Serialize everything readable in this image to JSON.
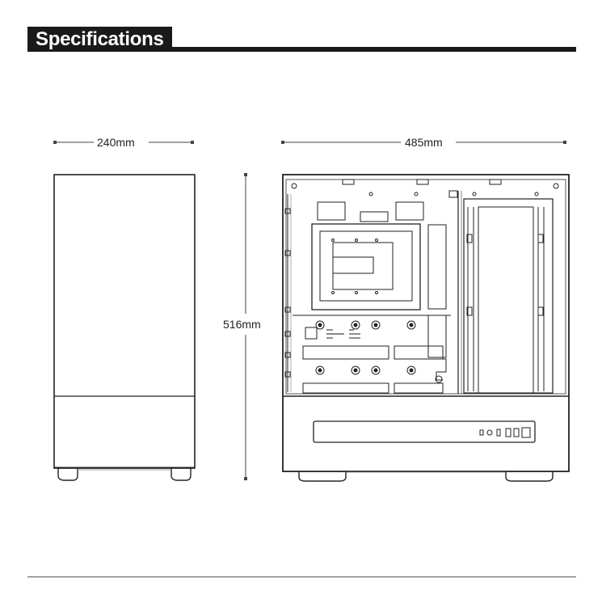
{
  "header": {
    "title": "Specifications"
  },
  "dimensions": {
    "width": "240mm",
    "length": "485mm",
    "height": "516mm"
  },
  "colors": {
    "ink": "#1a1a1a",
    "line": "#333333",
    "background": "#ffffff"
  }
}
